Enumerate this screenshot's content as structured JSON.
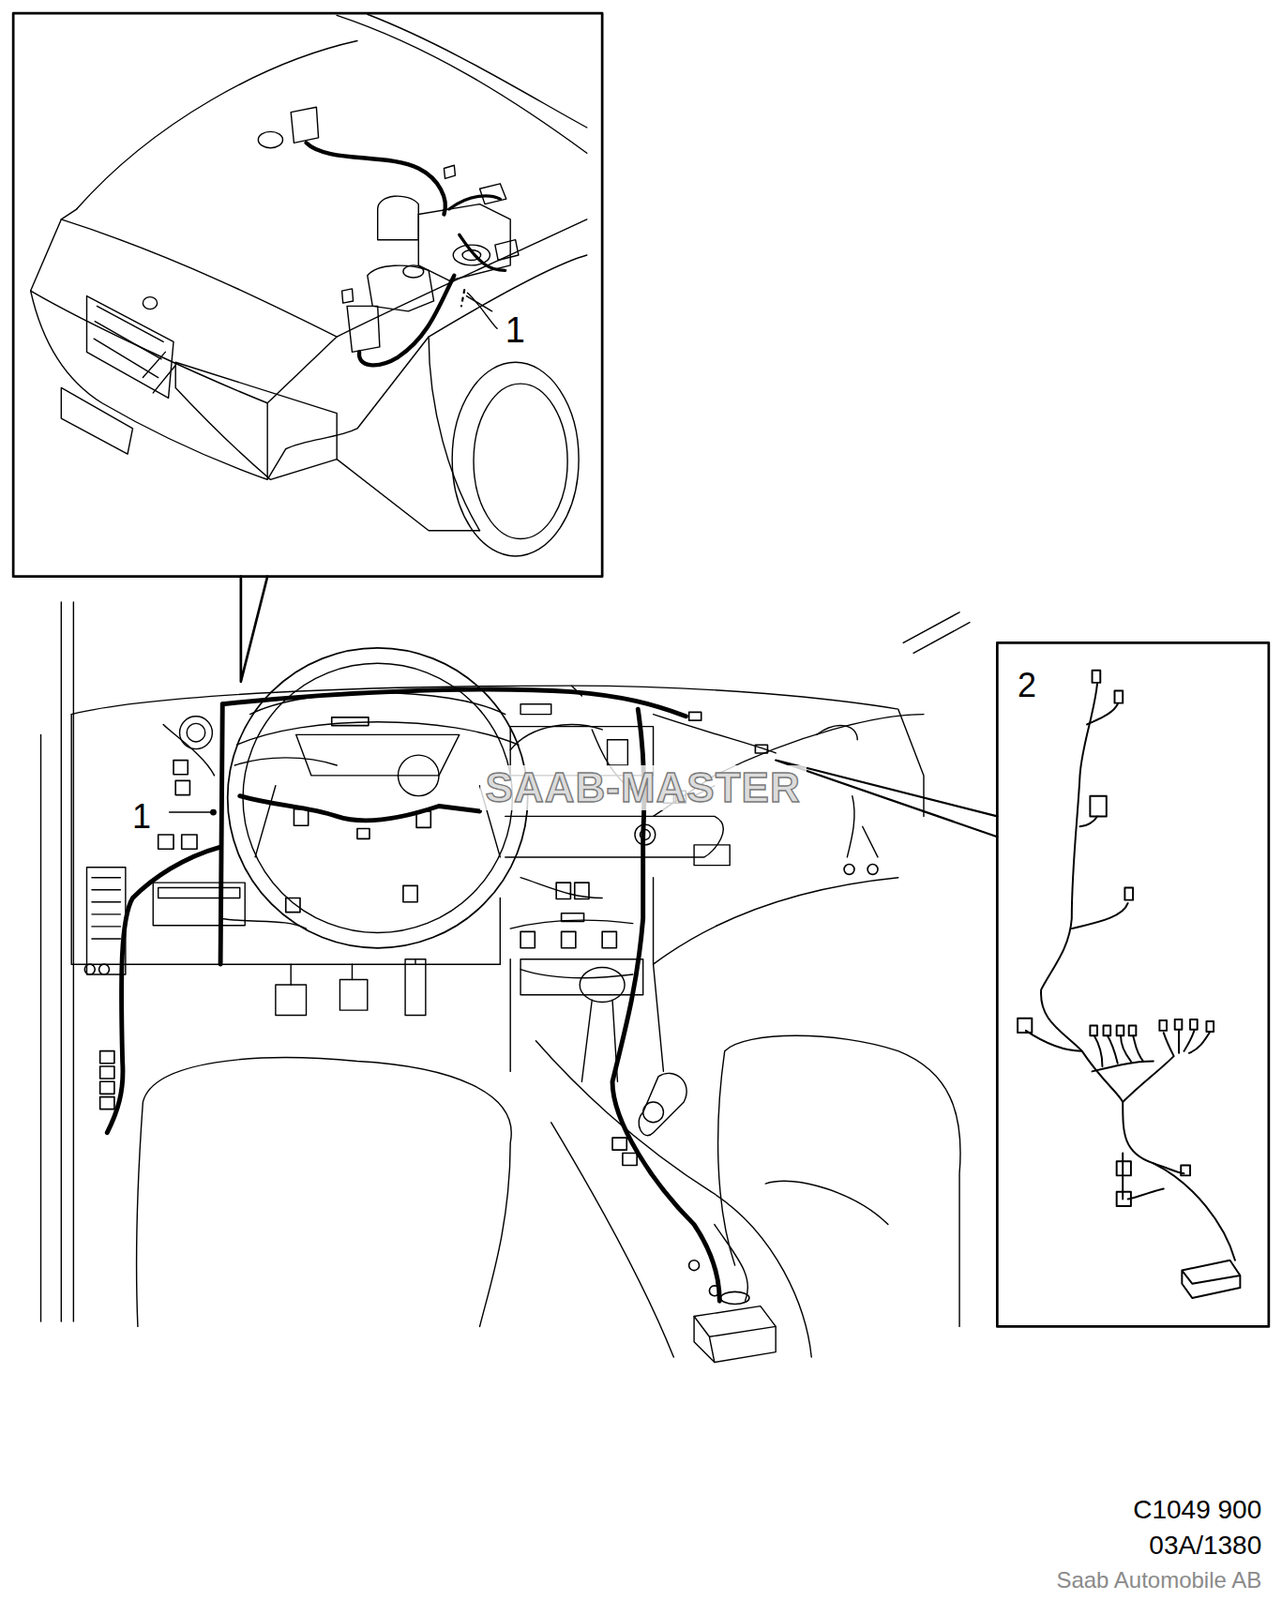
{
  "diagram": {
    "labels": [
      "1",
      "1",
      "2",
      "SAAB-MASTER",
      "C1049 900",
      "03A/1380",
      "Saab Automobile AB"
    ]
  }
}
